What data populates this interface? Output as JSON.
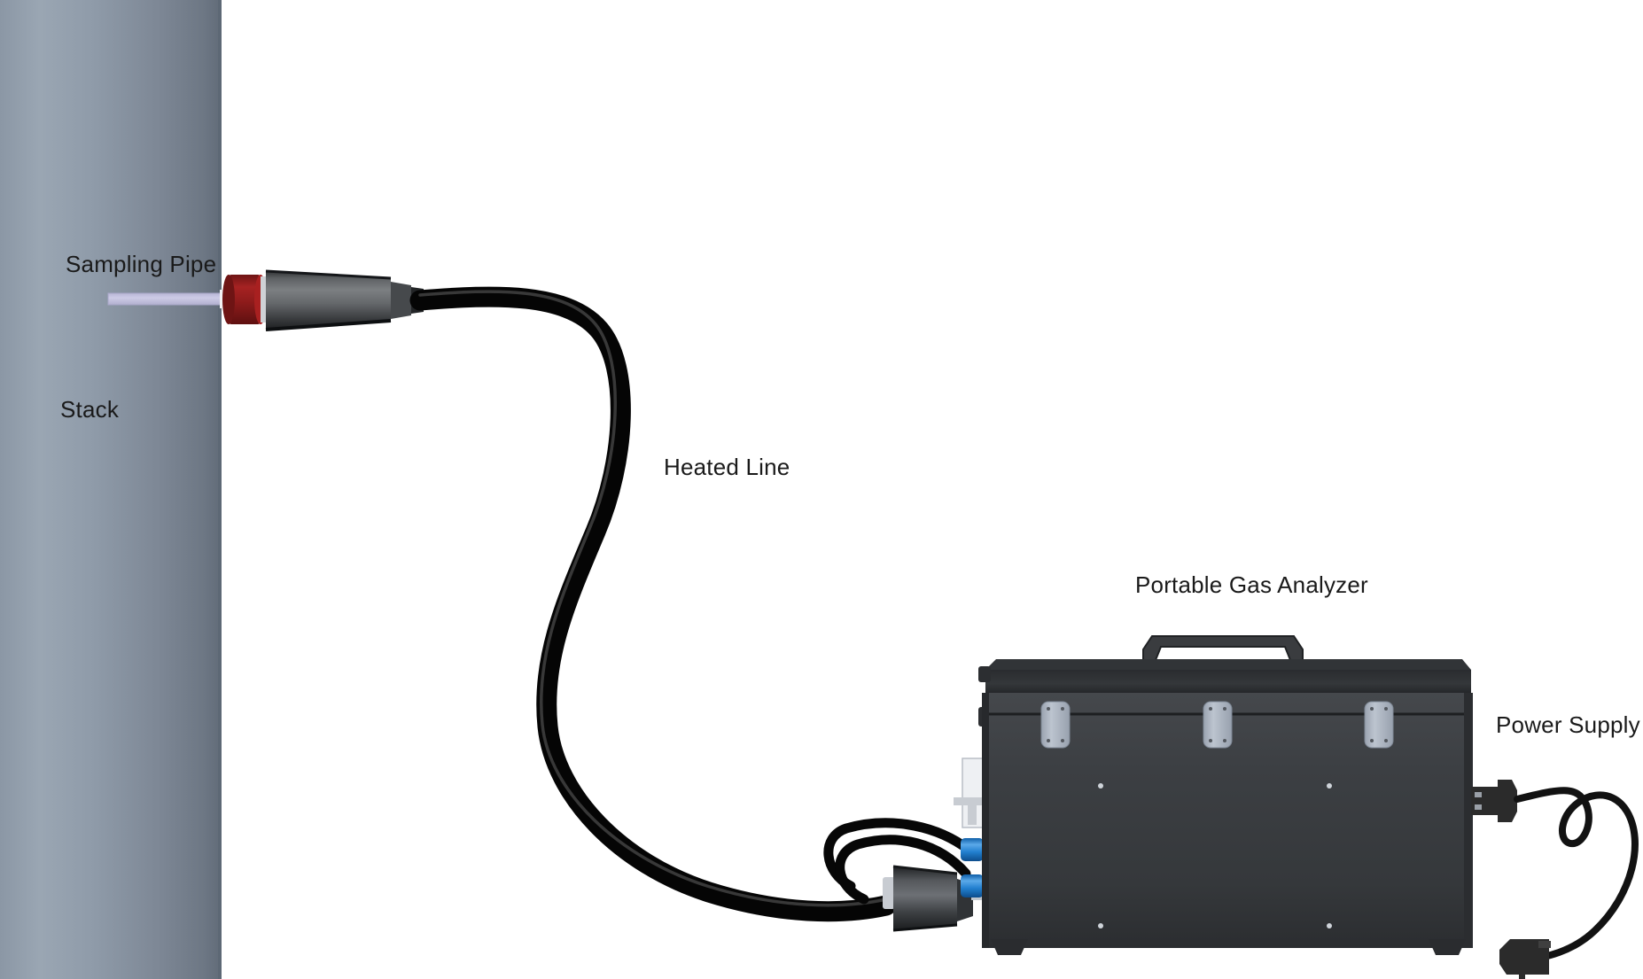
{
  "diagram": {
    "title": "Portable gas analyzer stack sampling setup",
    "background_color": "#ffffff"
  },
  "labels": {
    "sampling_pipe": "Sampling Pipe",
    "stack": "Stack",
    "heated_line": "Heated Line",
    "portable_gas_analyzer": "Portable Gas Analyzer",
    "power_supply": "Power Supply"
  },
  "components": {
    "stack": {
      "name": "Stack",
      "shape": "vertical cylinder",
      "color_light": "#94a0ad",
      "color_mid": "#8c98a6",
      "color_dark": "#6e7987",
      "edge_color": "#5d6875"
    },
    "sampling_pipe": {
      "name": "Sampling Pipe",
      "tube_color": "#c5c3e0",
      "tube_outline": "#a9a7c9"
    },
    "probe": {
      "name": "Sampling probe",
      "flange_color": "#8b1a1a",
      "flange_highlight": "#a82020",
      "body_color": "#55575a",
      "body_highlight": "#7b7d80",
      "body_shadow": "#303234"
    },
    "heated_line": {
      "name": "Heated sample line",
      "color": "#0b0b0b",
      "highlight": "#4a4a4a",
      "thickness_px": 20
    },
    "hose_connector": {
      "name": "Heated line end connector",
      "body_color": "#3c3e41",
      "highlight": "#6a6d71",
      "nut_color": "#c8ccd2"
    },
    "gas_fittings": {
      "name": "Quick-connect gas fittings",
      "blue": "#1f7fd4",
      "blue_light": "#58a8e8",
      "grey": "#4a4c4f",
      "count": 2
    },
    "analyzer": {
      "name": "Portable Gas Analyzer",
      "case_color": "#3a3c3f",
      "case_dark": "#2a2c2f",
      "case_light": "#4c4f53",
      "lid_color": "#2e3033",
      "latch_color": "#aeb6c2",
      "latch_count": 3,
      "handle_color": "#3a3c3f",
      "screw_count": 4
    },
    "power_supply": {
      "name": "Power Supply",
      "cable_color": "#121212",
      "iec_connector_color": "#2b2b2b",
      "plug_color": "#2b2b2b"
    }
  }
}
